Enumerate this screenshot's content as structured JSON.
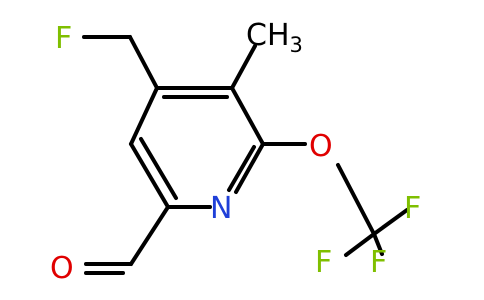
{
  "molecule": {
    "atoms": [
      {
        "id": "F1",
        "label": "F",
        "color": "#7fbf00"
      },
      {
        "id": "CH3",
        "label": "CH",
        "subscript": "3",
        "color": "#000000"
      },
      {
        "id": "O1",
        "label": "O",
        "color": "#e00000"
      },
      {
        "id": "N1",
        "label": "N",
        "color": "#1f3fd8"
      },
      {
        "id": "F2",
        "label": "F",
        "color": "#7fbf00"
      },
      {
        "id": "F3",
        "label": "F",
        "color": "#7fbf00"
      },
      {
        "id": "F4",
        "label": "F",
        "color": "#7fbf00"
      },
      {
        "id": "O2",
        "label": "O",
        "color": "#e00000"
      }
    ]
  }
}
